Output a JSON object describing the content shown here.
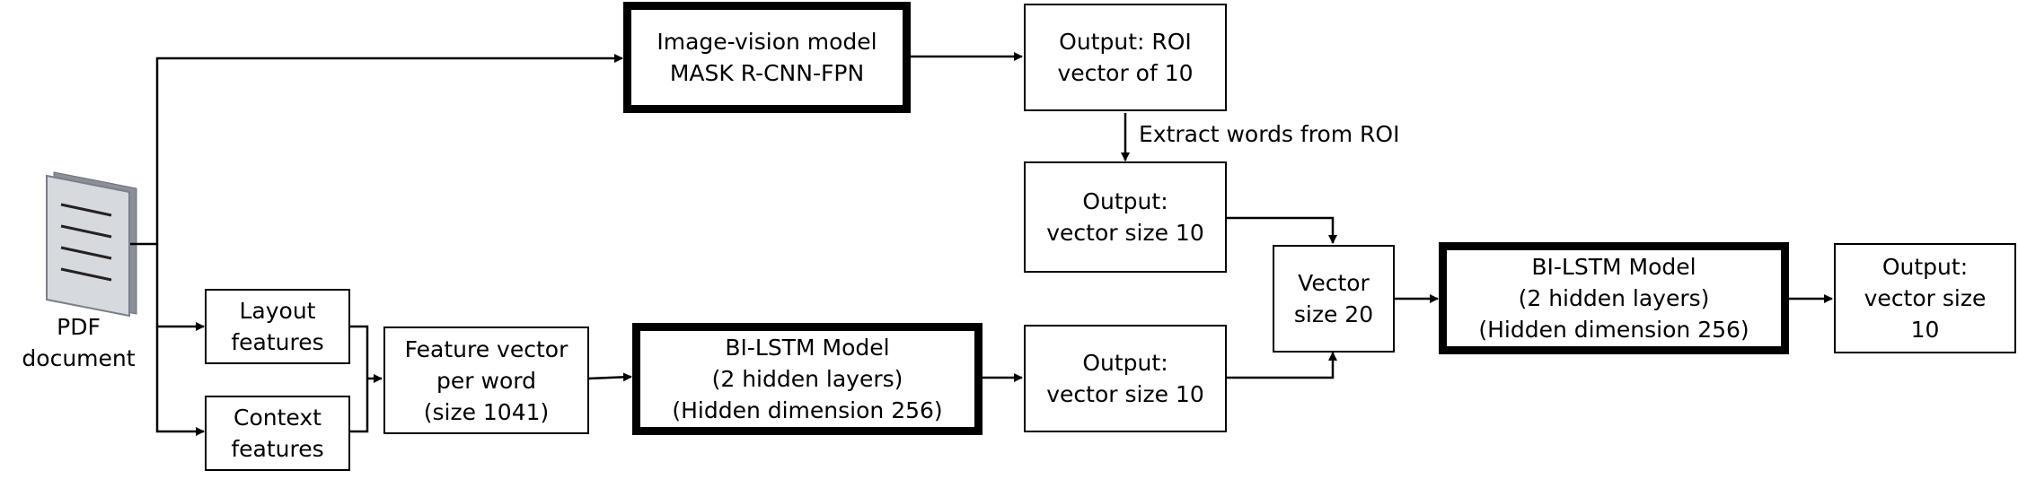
{
  "nodes": {
    "pdf_document": "PDF\ndocument",
    "image_vision_model": "Image-vision model\nMASK R-CNN-FPN",
    "output_roi": "Output: ROI\nvector of 10",
    "output_vector_a": "Output:\nvector size 10",
    "layout_features": "Layout\nfeatures",
    "context_features": "Context\nfeatures",
    "feature_vector": "Feature vector\nper word\n(size 1041)",
    "bilstm_first": "BI-LSTM Model\n(2 hidden layers)\n(Hidden dimension 256)",
    "output_vector_b": "Output:\nvector size 10",
    "vector_20": "Vector\nsize 20",
    "bilstm_second": "BI-LSTM Model\n(2 hidden layers)\n(Hidden dimension 256)",
    "final_output": "Output:\nvector size\n10"
  },
  "edges": {
    "extract_words_label": "Extract words from ROI"
  }
}
